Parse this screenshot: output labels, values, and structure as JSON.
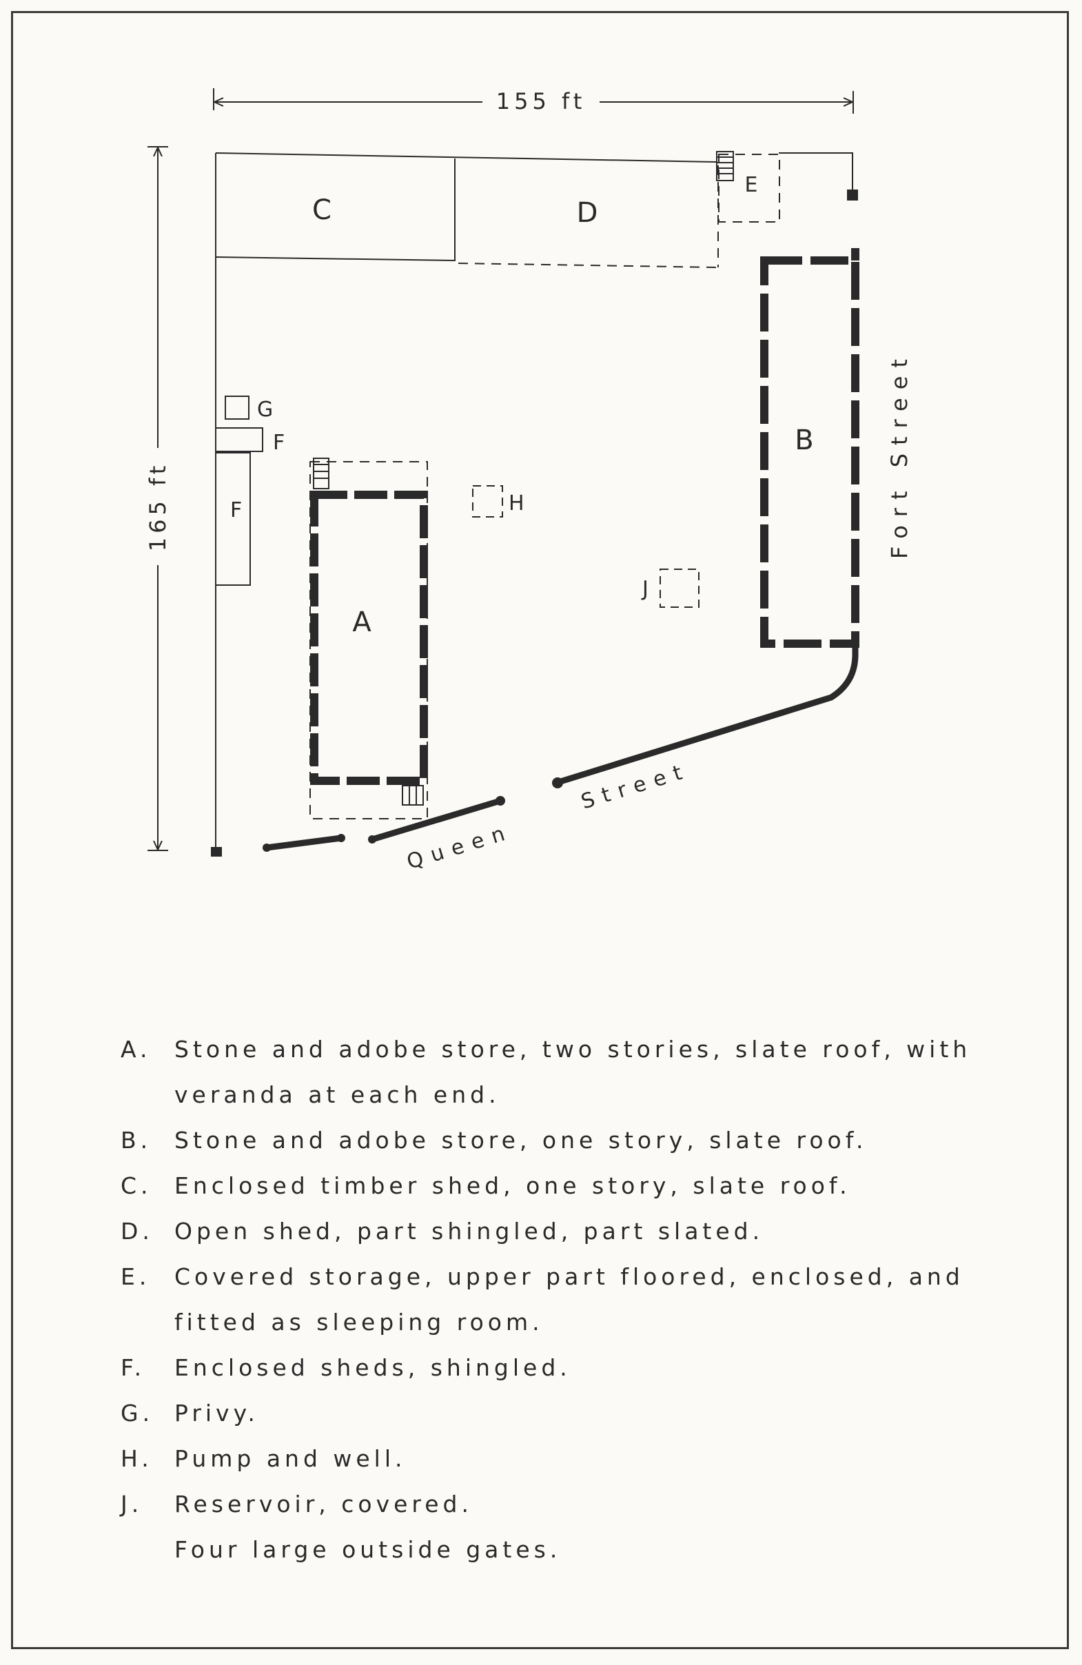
{
  "dimensions": {
    "width_label": "155 ft",
    "height_label": "165 ft"
  },
  "buildings": {
    "A": "A",
    "B": "B",
    "C": "C",
    "D": "D",
    "E": "E",
    "F_small": "F",
    "F_large": "F",
    "G": "G",
    "H": "H",
    "J": "J"
  },
  "streets": {
    "fort": "Fort Street",
    "queen": "Queen",
    "street": "Street"
  },
  "legend": [
    {
      "key": "A.",
      "lines": [
        "Stone and adobe store, two stories, slate roof, with",
        "veranda at each end."
      ]
    },
    {
      "key": "B.",
      "lines": [
        "Stone and adobe store, one story, slate roof."
      ]
    },
    {
      "key": "C.",
      "lines": [
        "Enclosed timber shed, one story, slate roof."
      ]
    },
    {
      "key": "D.",
      "lines": [
        "Open shed, part shingled, part slated."
      ]
    },
    {
      "key": "E.",
      "lines": [
        "Covered storage, upper part floored, enclosed, and",
        "fitted as sleeping room."
      ]
    },
    {
      "key": "F.",
      "lines": [
        "Enclosed sheds, shingled."
      ]
    },
    {
      "key": "G.",
      "lines": [
        "Privy."
      ]
    },
    {
      "key": "H.",
      "lines": [
        "Pump and well."
      ]
    },
    {
      "key": "J.",
      "lines": [
        "Reservoir, covered."
      ]
    }
  ],
  "footnote": "Four large outside gates."
}
